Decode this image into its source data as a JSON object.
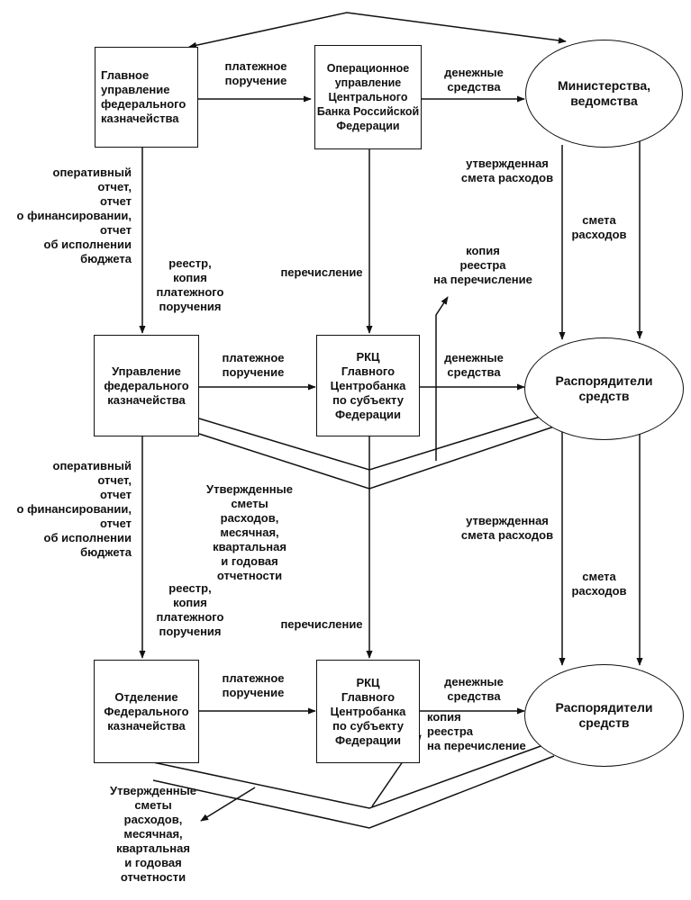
{
  "nodes": {
    "gufk": "Главное\nуправление\nфедерального\nказначейства",
    "ou_cb": "Операционное\nуправление\nЦентрального\nБанка Российской\nФедерации",
    "ministries": "Министерства,\nведомства",
    "ufk": "Управление\nфедерального\nказначейства",
    "rkc1": "РКЦ\nГлавного\nЦентробанка\nпо субъекту\nФедерации",
    "rasp1": "Распорядители\nсредств",
    "ofk": "Отделение\nФедерального\nказначейства",
    "rkc2": "РКЦ\nГлавного\nЦентробанка\nпо субъекту\nФедерации",
    "rasp2": "Распорядители\nсредств"
  },
  "edges": {
    "payment_order_1": "платежное\nпоручение",
    "funds_1": "денежные\nсредства",
    "approved_estimate_1": "утвержденная\nсмета расходов",
    "estimate_1": "смета\nрасходов",
    "reports_1": "оперативный\nотчет,\nотчет\nо финансировании,\nотчет\nоб исполнении\nбюджета",
    "registry_1": "реестр,\nкопия\nплатежного\nпоручения",
    "transfer_1": "перечисление",
    "registry_copy_1": "копия\nреестра\nна перечисление",
    "payment_order_2": "платежное\nпоручение",
    "funds_2": "денежные\nсредства",
    "reports_2": "оперативный\nотчет,\nотчет\nо финансировании,\nотчет\nоб исполнении\nбюджета",
    "approved_estimates_1": "Утвержденные\nсметы\nрасходов,\nмесячная,\nквартальная\nи годовая\nотчетности",
    "approved_estimate_2": "утвержденная\nсмета расходов",
    "estimate_2": "смета\nрасходов",
    "registry_2": "реестр,\nкопия\nплатежного\nпоручения",
    "transfer_2": "перечисление",
    "payment_order_3": "платежное\nпоручение",
    "funds_3": "денежные\nсредства",
    "registry_copy_2": "копия\nреестра\nна перечисление",
    "approved_estimates_2": "Утвержденные\nсметы\nрасходов,\nмесячная,\nквартальная\nи годовая\nотчетности"
  }
}
